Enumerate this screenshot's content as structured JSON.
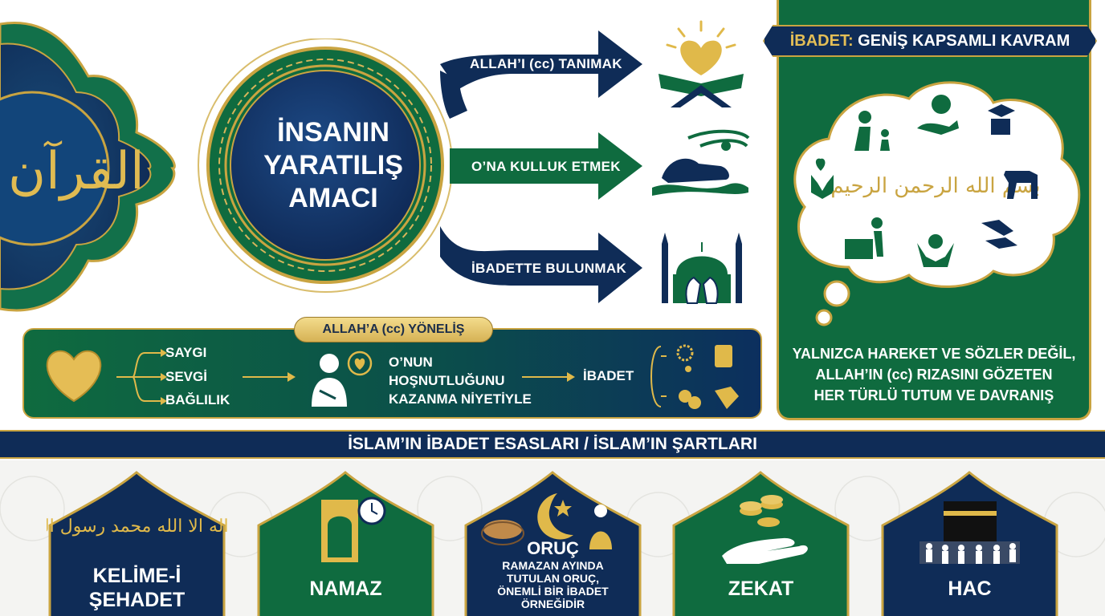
{
  "center": {
    "title_line1": "İNSANIN",
    "title_line2": "YARATILIŞ",
    "title_line3": "AMACI"
  },
  "purposes": [
    {
      "label": "ALLAH’I (cc) TANIMAK",
      "icon": "quran-heart-icon"
    },
    {
      "label": "O’NA KULLUK ETMEK",
      "icon": "prostration-icon"
    },
    {
      "label": "İBADETTE BULUNMAK",
      "icon": "mosque-prayer-hands-icon"
    }
  ],
  "yonelis": {
    "badge": "ALLAH’A (cc) YÖNELİŞ",
    "feelings": [
      "SAYGI",
      "SEVGİ",
      "BAĞLILIK"
    ],
    "intent_line1": "O’NUN",
    "intent_line2": "HOŞNUTLUĞUNU",
    "intent_line3": "KAZANMA NİYETİYLE",
    "result": "İBADET"
  },
  "ibadet_panel": {
    "title_gold": "İBADET:",
    "title_rest": " GENİŞ KAPSAMLI KAVRAM",
    "basmala": "بسم الله الرحمن الرحيم",
    "desc_line1": "YALNIZCA HAREKET VE SÖZLER DEĞİL,",
    "desc_line2": "ALLAH’IN (cc) RIZASINI GÖZETEN",
    "desc_line3": "HER TÜRLÜ TUTUM VE DAVRANIŞ"
  },
  "section_header": "İSLAM’IN İBADET ESASLARI / İSLAM’IN ŞARTLARI",
  "pillars": [
    {
      "line1": "KELİME-İ",
      "line2": "ŞEHADET",
      "arabic": "لا اله الا الله محمد رسول الله"
    },
    {
      "line1": "NAMAZ"
    },
    {
      "line1": "ORUÇ",
      "desc1": "RAMAZAN AYINDA",
      "desc2": "TUTULAN ORUÇ,",
      "desc3": "ÖNEMLİ BİR İBADET",
      "desc4": "ÖRNEĞİDİR"
    },
    {
      "line1": "ZEKAT"
    },
    {
      "line1": "HAC"
    }
  ],
  "colors": {
    "navy": "#0f2c57",
    "green": "#0f6b3f",
    "gold": "#c9a441"
  }
}
